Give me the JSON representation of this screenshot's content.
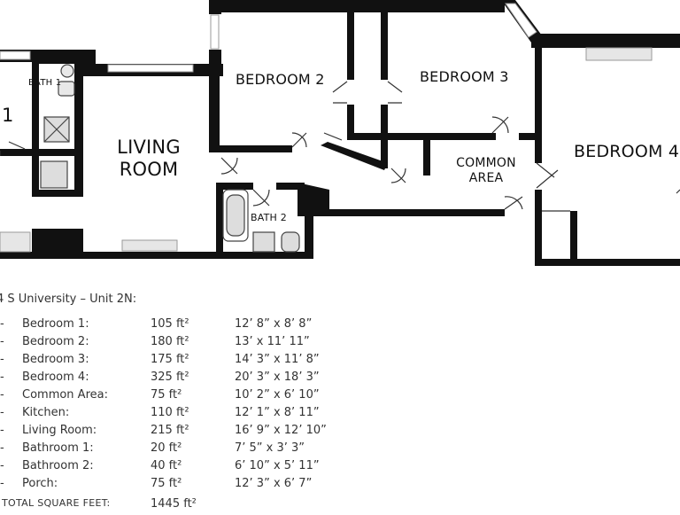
{
  "floorplan": {
    "rooms": {
      "bath1": "BATH 1",
      "living_line1": "LIVING",
      "living_line2": "ROOM",
      "bedroom2": "BEDROOM 2",
      "bedroom3": "BEDROOM 3",
      "bath2": "BATH 2",
      "common_line1": "COMMON",
      "common_line2": "AREA",
      "bedroom4": "BEDROOM 4",
      "bedroom1_fragment": "1"
    }
  },
  "specs": {
    "title": "4 S University – Unit 2N:",
    "rows": [
      {
        "name": "Bedroom 1:",
        "area": "105 ft²",
        "dims": "12’ 8” x 8’ 8”"
      },
      {
        "name": "Bedroom 2:",
        "area": "180 ft²",
        "dims": "13’ x 11’ 11”"
      },
      {
        "name": "Bedroom 3:",
        "area": "175 ft²",
        "dims": "14’ 3” x 11’ 8”"
      },
      {
        "name": "Bedroom 4:",
        "area": "325 ft²",
        "dims": "20’ 3” x 18’ 3”"
      },
      {
        "name": "Common Area:",
        "area": "75 ft²",
        "dims": "10’ 2” x 6’ 10”"
      },
      {
        "name": "Kitchen:",
        "area": "110 ft²",
        "dims": "12’ 1” x 8’ 11”"
      },
      {
        "name": "Living Room:",
        "area": "215 ft²",
        "dims": "16’ 9” x 12’ 10”"
      },
      {
        "name": "Bathroom 1:",
        "area": "20 ft²",
        "dims": "7’ 5” x 3’ 3”"
      },
      {
        "name": "Bathroom 2:",
        "area": "40 ft²",
        "dims": "6’ 10” x 5’ 11”"
      },
      {
        "name": "Porch:",
        "area": "75 ft²",
        "dims": "12’ 3” x 6’ 7”"
      }
    ],
    "total_label": "TOTAL SQUARE FEET:",
    "total_value": "1445 ft²"
  }
}
